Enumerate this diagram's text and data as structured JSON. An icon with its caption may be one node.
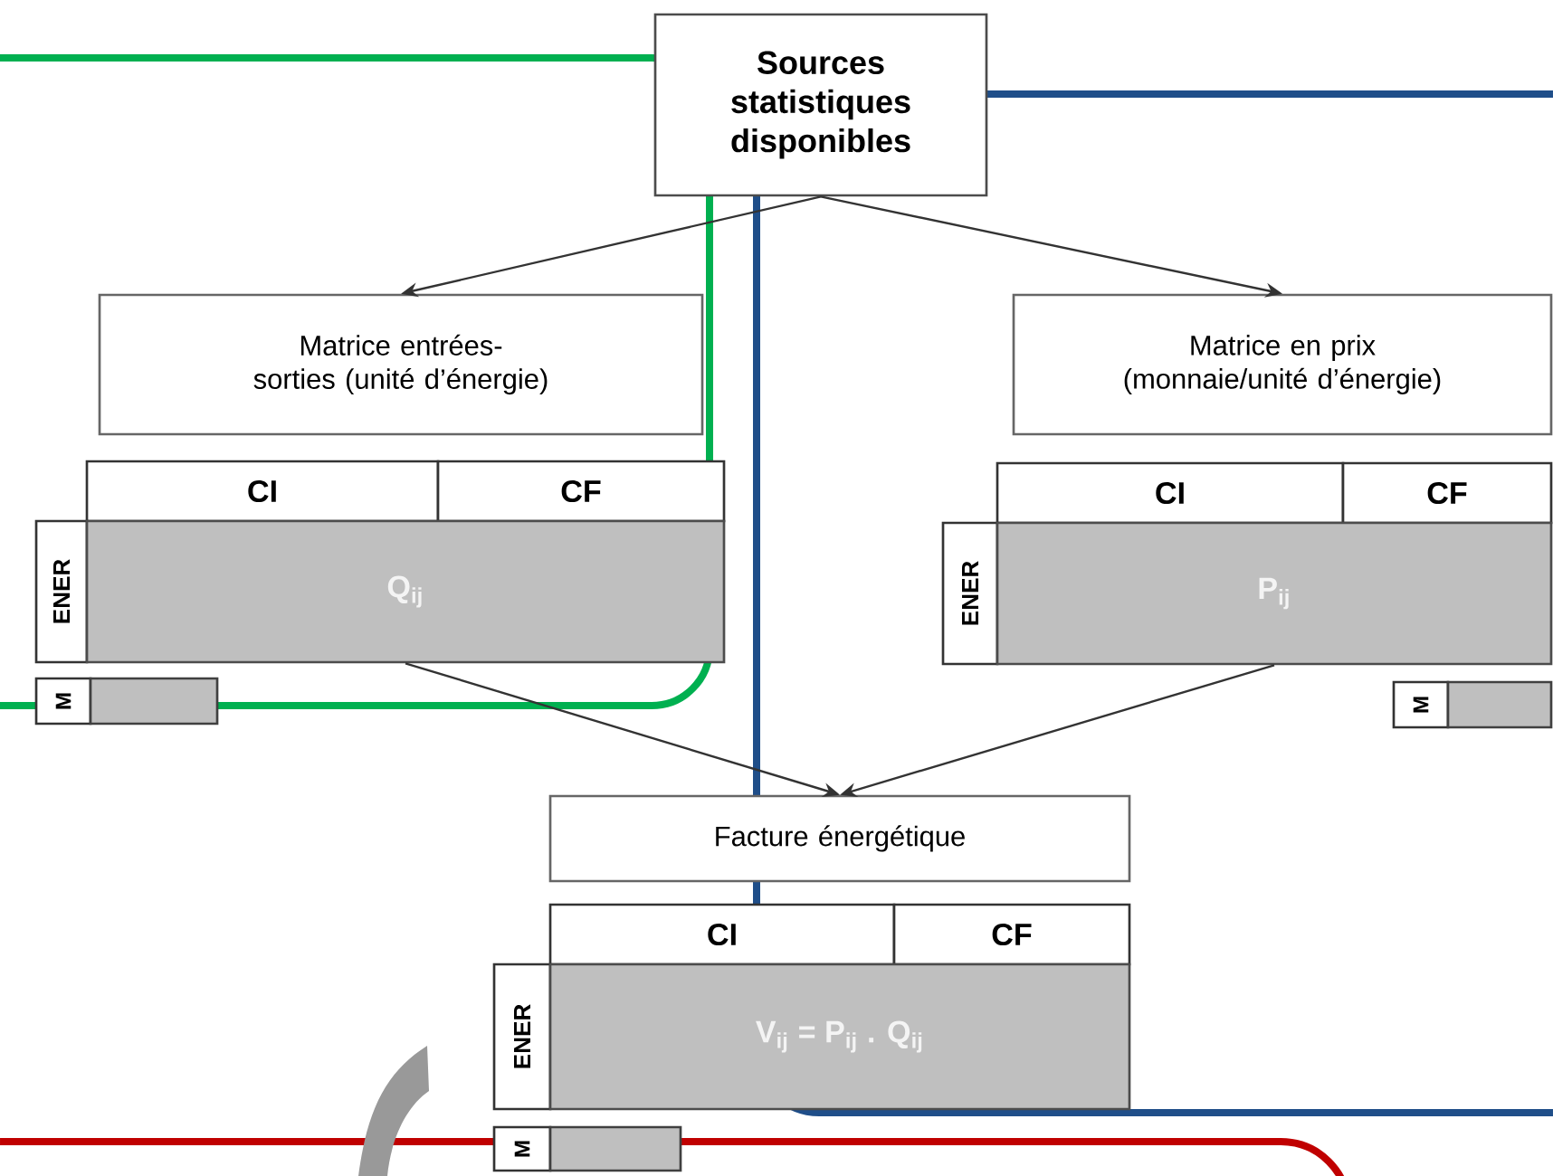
{
  "diagram": {
    "nodes": [
      {
        "text": [
          "Sources statistiques disponibles"
        ]
      },
      {
        "text": [
          "Matrice entrées-sorties (unité d’énergie)"
        ]
      },
      {
        "text": [
          "CI"
        ]
      },
      {
        "text": [
          "CF"
        ]
      },
      {
        "text": [
          "ENER"
        ]
      },
      {
        "text": [
          "Q$_{ij}$"
        ]
      },
      {
        "text": [
          "M"
        ]
      },
      {
        "text": [],
        "shape": "bar"
      },
      {
        "text": [
          "Matrice en prix (monnaie/unité d’énergie)"
        ]
      },
      {
        "text": [
          "CI"
        ]
      },
      {
        "text": [
          "CF"
        ]
      },
      {
        "text": [
          "ENER"
        ]
      },
      {
        "text": [
          "P$_{ij}$"
        ]
      },
      {
        "text": [
          "M"
        ]
      },
      {
        "text": [],
        "shape": "bar"
      },
      {
        "text": [
          "Facture énergétique"
        ]
      },
      {
        "text": [
          "CI"
        ]
      },
      {
        "text": [
          "CF"
        ]
      },
      {
        "text": [
          "ENER"
        ]
      },
      {
        "text": [
          "V$_{ij}$ = P$_{ij}$ . Q$_{ij}$"
        ]
      },
      {
        "text": [
          "M"
        ]
      },
      {
        "text": [],
        "shape": "bar"
      }
    ],
    "edges": [
      {
        "from": 0,
        "to": 1,
        "arrow": "to"
      },
      {
        "from": 0,
        "to": 8,
        "arrow": "to"
      },
      {
        "from": 5,
        "to": 15,
        "arrow": "to"
      },
      {
        "from": 12,
        "to": 15,
        "arrow": "to"
      }
    ]
  }
}
